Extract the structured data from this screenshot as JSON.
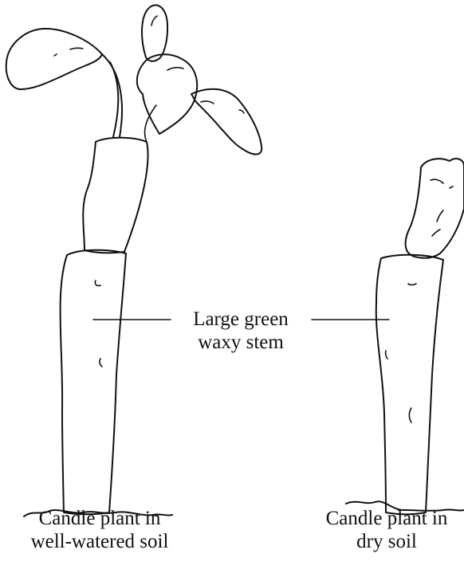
{
  "labels": {
    "stem_line1": "Large green",
    "stem_line2": "waxy stem"
  },
  "captions": {
    "left_line1": "Candle plant in",
    "left_line2": "well-watered soil",
    "right_line1": "Candle plant in",
    "right_line2": "dry soil"
  }
}
